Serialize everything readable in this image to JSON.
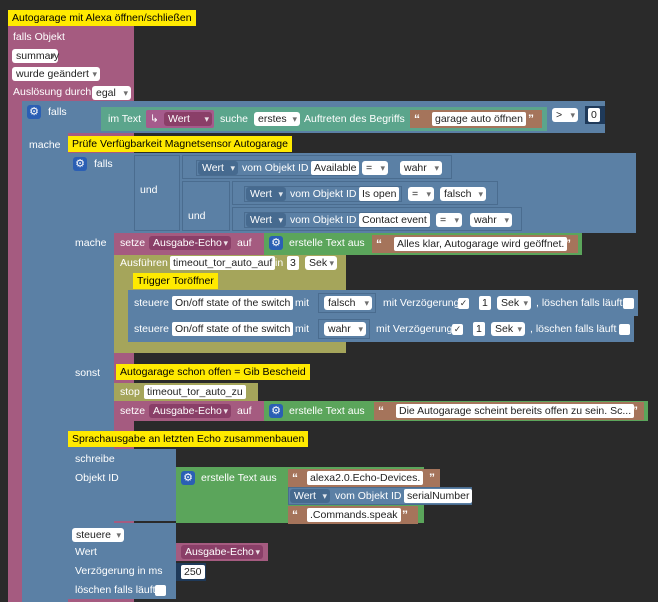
{
  "root": {
    "title": "Autogarage mit Alexa öffnen/schließen",
    "falls_objekt": "falls Objekt",
    "summary": "summary",
    "wurde_geaendert": "wurde geändert",
    "ausloesung": "Auslösung durch",
    "egal": "egal"
  },
  "if_outer": {
    "falls": "falls",
    "mache": "mache",
    "im_text": "im Text",
    "wert": "Wert",
    "suche": "suche",
    "erstes": "erstes",
    "auftreten": "Auftreten des Begriffs",
    "search_term": "garage auto öffnen",
    "operator": ">",
    "compare_value": "0"
  },
  "check_comment": "Prüfe Verfügbarkeit Magnetsensor Autogarage",
  "if_inner": {
    "falls": "falls",
    "und1": "und",
    "und2": "und",
    "wert": "Wert",
    "vom_objekt_id": "vom Objekt ID",
    "cond1_id": "Available",
    "cond1_op": "=",
    "cond1_val": "wahr",
    "cond2_id": "Is open",
    "cond2_op": "=",
    "cond2_val": "falsch",
    "cond3_id": "Contact event",
    "cond3_op": "=",
    "cond3_val": "wahr",
    "mache": "mache",
    "sonst": "sonst"
  },
  "then_branch": {
    "setze": "setze",
    "var": "Ausgabe-Echo",
    "auf": "auf",
    "erstelle_text": "erstelle Text aus",
    "text": "Alles klar, Autogarage wird geöffnet.",
    "ausfuehren": "Ausführen",
    "timeout_name": "timeout_tor_auto_auf",
    "in": "in",
    "delay": "3",
    "unit": "Sek",
    "trigger_comment": "Trigger Toröffner",
    "steuere": "steuere",
    "switch_label": "On/off state of the switch",
    "mit": "mit",
    "val1": "falsch",
    "val2": "wahr",
    "mit_verzoegerung": "mit Verzögerung",
    "delay1": "1",
    "delay2": "1",
    "sek": "Sek",
    "loeschen": ", löschen falls läuft"
  },
  "else_branch": {
    "comment": "Autogarage schon offen = Gib Bescheid",
    "stop": "stop",
    "timeout_name": "timeout_tor_auto_zu",
    "setze": "setze",
    "var": "Ausgabe-Echo",
    "auf": "auf",
    "erstelle_text": "erstelle Text aus",
    "text": "Die Autogarage scheint bereits offen zu sein. Sc..."
  },
  "speech": {
    "comment": "Sprachausgabe an letzten Echo zusammenbauen",
    "schreibe": "schreibe",
    "objekt_id": "Objekt ID",
    "erstelle_text": "erstelle Text aus",
    "part1": "alexa2.0.Echo-Devices.",
    "wert": "Wert",
    "vom_objekt_id": "vom Objekt ID",
    "part2": "serialNumber",
    "part3": ".Commands.speak",
    "steuere": "steuere",
    "wert_label": "Wert",
    "var": "Ausgabe-Echo",
    "verzoegerung": "Verzögerung in ms",
    "delay_ms": "250",
    "loeschen": "löschen falls läuft"
  }
}
